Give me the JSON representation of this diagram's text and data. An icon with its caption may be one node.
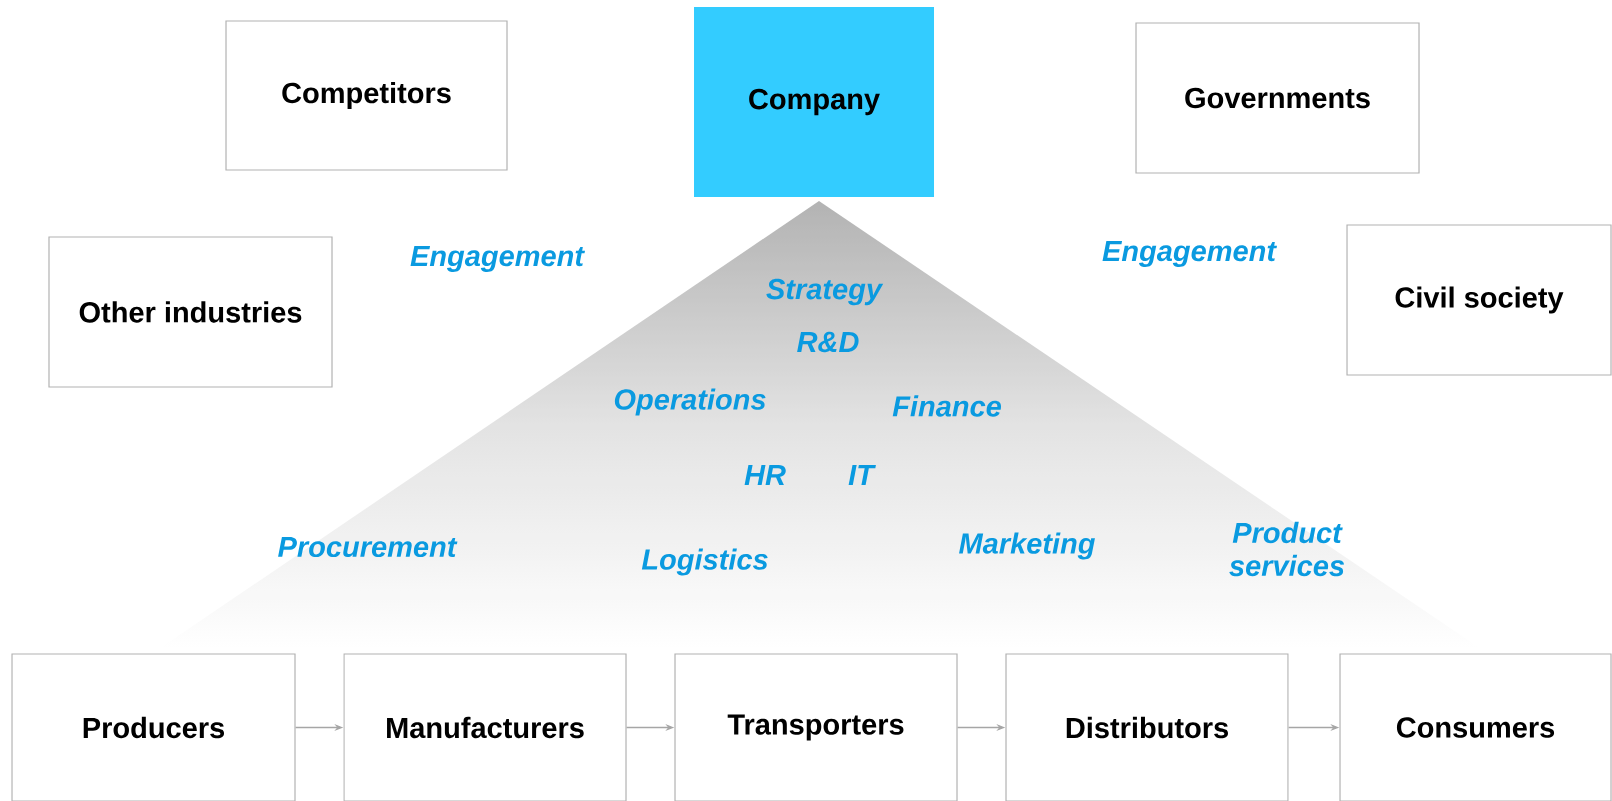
{
  "diagram": {
    "nodes": [
      {
        "text": [
          "Competitors"
        ]
      },
      {
        "text": [
          "Company"
        ]
      },
      {
        "text": [
          "Governments"
        ]
      },
      {
        "text": [
          "Other industries"
        ]
      },
      {
        "text": [
          "Civil society"
        ]
      },
      {
        "text": [
          "Producers"
        ]
      },
      {
        "text": [
          "Manufacturers"
        ]
      },
      {
        "text": [
          "Transporters"
        ]
      },
      {
        "text": [
          "Distributors"
        ]
      },
      {
        "text": [
          "Consumers"
        ]
      }
    ],
    "edges": [
      {
        "from": 5,
        "to": 6,
        "arrow": "to"
      },
      {
        "from": 6,
        "to": 7,
        "arrow": "to"
      },
      {
        "from": 7,
        "to": 8,
        "arrow": "to"
      },
      {
        "from": 8,
        "to": 9,
        "arrow": "to"
      }
    ],
    "labels": [
      "Engagement",
      "Engagement",
      "Strategy",
      "R&D",
      "Operations",
      "Finance",
      "HR",
      "IT",
      "Procurement",
      "Logistics",
      "Marketing",
      "Product services"
    ]
  }
}
